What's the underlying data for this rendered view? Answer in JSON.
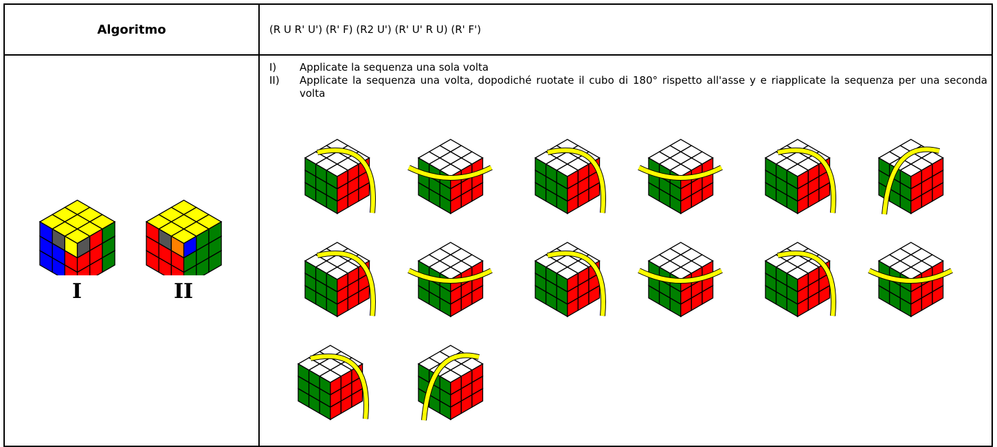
{
  "header": {
    "label": "Algoritmo",
    "sequence": "(R U R' U') (R' F) (R2 U') (R' U' R U) (R' F')"
  },
  "cases": [
    {
      "label": "I",
      "top_colors": [
        "#ffff00",
        "#ffff00",
        "#ffff00",
        "#ffff00",
        "#ffff00",
        "#ffff00",
        "#ffff00",
        "#ffff00",
        "#ffff00"
      ],
      "left_colors": [
        "#0000ff",
        "#555555",
        "#ffff00",
        "#0000ff",
        "#0000ff",
        "#ff0000",
        "#0000ff",
        "#0000ff",
        "#ff0000"
      ],
      "right_colors": [
        "#555555",
        "#ff0000",
        "#008000",
        "#ff0000",
        "#ff0000",
        "#008000",
        "#ff0000",
        "#ff0000",
        "#008000"
      ]
    },
    {
      "label": "II",
      "top_colors": [
        "#ffff00",
        "#ffff00",
        "#ffff00",
        "#ffff00",
        "#ffff00",
        "#ffff00",
        "#ffff00",
        "#ffff00",
        "#ffff00"
      ],
      "left_colors": [
        "#ff0000",
        "#555555",
        "#ff8000",
        "#ff0000",
        "#ff0000",
        "#ff0000",
        "#ff0000",
        "#ff0000",
        "#ff0000"
      ],
      "right_colors": [
        "#0000ff",
        "#008000",
        "#008000",
        "#008000",
        "#008000",
        "#008000",
        "#008000",
        "#008000",
        "#008000"
      ]
    }
  ],
  "instructions": [
    {
      "num": "I)",
      "text": "Applicate la sequenza una sola volta"
    },
    {
      "num": "II)",
      "text": "Applicate la sequenza una volta, dopodiché ruotate il cubo di 180° rispetto all'asse y e riapplicate la sequenza per una seconda volta"
    }
  ],
  "moves": [
    "R",
    "U",
    "R'",
    "U'",
    "R'",
    "F",
    "R2",
    "U'",
    "R'",
    "U'",
    "R",
    "U",
    "R'",
    "F'"
  ],
  "colors": {
    "white": "#ffffff",
    "green": "#008000",
    "red": "#ff0000",
    "yellow": "#ffff00",
    "arrow": "#ffff00",
    "dark": "#555555"
  }
}
